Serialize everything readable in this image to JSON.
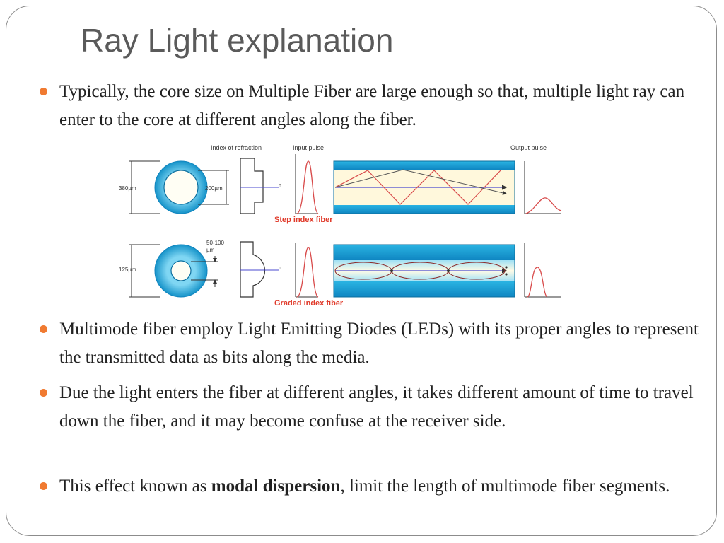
{
  "slide": {
    "title": "Ray Light explanation",
    "bullets": [
      {
        "text": "Typically, the core size on Multiple Fiber are large enough so that, multiple light ray can enter to the core at different angles along the fiber."
      },
      {
        "text": "Multimode fiber employ Light Emitting Diodes (LEDs) with its proper angles to represent the transmitted data as bits along the media."
      },
      {
        "text": "Due the light enters the fiber at different angles, it takes different amount of time to travel down the fiber, and it may become confuse at the receiver side."
      },
      {
        "before": "This effect known as ",
        "bold": "modal dispersion",
        "after": ", limit the length of multimode fiber segments."
      }
    ],
    "bullet_color": "#f07a31"
  },
  "diagram": {
    "label_index": "Index of refraction",
    "label_input": "Input pulse",
    "label_output": "Output pulse",
    "step": {
      "outer": "380µm",
      "inner": "200µm",
      "n": "n",
      "caption": "Step index fiber"
    },
    "graded": {
      "outer": "125µm",
      "inner1": "50-100",
      "inner2": "µm",
      "n": "n",
      "caption": "Graded index fiber"
    },
    "colors": {
      "cladding": "#1aa7d8",
      "core": "#fff8dc",
      "ray": "#4a4acf",
      "pulse": "#d84a4a",
      "caption": "#e03a2a"
    }
  }
}
